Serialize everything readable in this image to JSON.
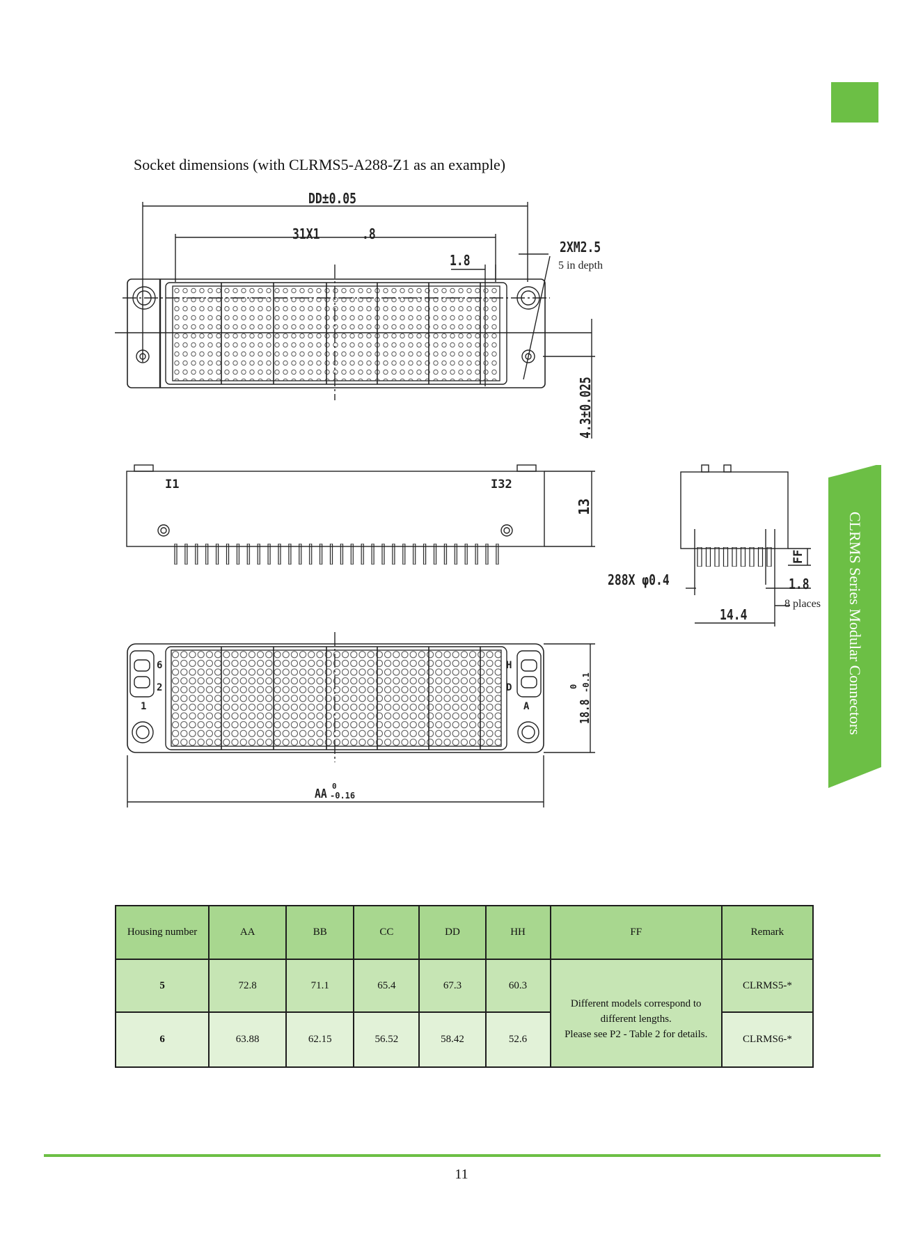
{
  "page": {
    "heading": "Socket dimensions (with CLRMS5-A288-Z1 as an example)",
    "side_tab": "CLRMS Series Modular Connectors",
    "page_number": "11",
    "accent_color": "#6cbf45"
  },
  "drawing": {
    "dd_label": "DD±0.05",
    "pitch_count": "31X1",
    "pitch_value": ".8",
    "pitch_small": "1.8",
    "thread_spec": "2XM2.5",
    "thread_depth": "5 in depth",
    "height_offset": "4.3±0.025",
    "pin_first": "I1",
    "pin_last": "I32",
    "height": "13",
    "pin_spec": "288X φ0.4",
    "ff": "FF",
    "pin_pitch": "1.8",
    "places": "8 places",
    "row_span": "14.4",
    "row_h": "H",
    "row_d": "D",
    "row_a": "A",
    "col_6": "6",
    "col_2": "2",
    "col_1": "1",
    "width_tol_value": "18.8",
    "width_tol_upper": "0",
    "width_tol_lower": "-0.1",
    "aa_label": "AA",
    "aa_tol_upper": "0",
    "aa_tol_lower": "-0.16"
  },
  "table": {
    "headers": [
      "Housing number",
      "AA",
      "BB",
      "CC",
      "DD",
      "HH",
      "FF",
      "Remark"
    ],
    "rows": [
      {
        "housing": "5",
        "aa": "72.8",
        "bb": "71.1",
        "cc": "65.4",
        "dd": "67.3",
        "hh": "60.3",
        "remark": "CLRMS5-*"
      },
      {
        "housing": "6",
        "aa": "63.88",
        "bb": "62.15",
        "cc": "56.52",
        "dd": "58.42",
        "hh": "52.6",
        "remark": "CLRMS6-*"
      }
    ],
    "ff_note_1": "Different models correspond to",
    "ff_note_2": "different lengths.",
    "ff_note_3": "Please see P2 - Table 2 for details."
  }
}
